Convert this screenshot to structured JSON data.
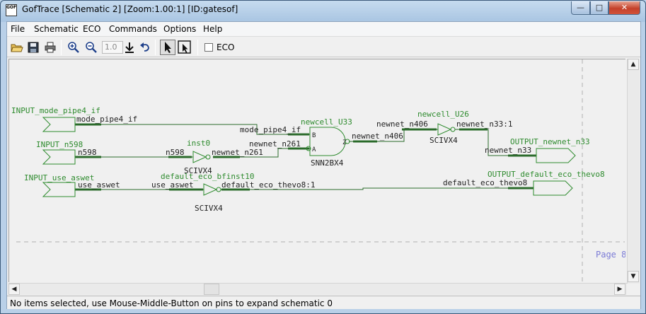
{
  "window": {
    "title": "GofTrace [Schematic 2] [Zoom:1.00:1] [ID:gatesof]",
    "icon_text": "GOF",
    "controls": {
      "minimize": "—",
      "maximize": "□",
      "close": "✕"
    }
  },
  "menu": [
    "File",
    "Schematic",
    "ECO",
    "Commands",
    "Options",
    "Help"
  ],
  "toolbar": {
    "zoom_value": "1.0",
    "eco_checkbox": {
      "label": "ECO",
      "checked": false
    },
    "icons": [
      "open-folder-icon",
      "save-icon",
      "print-icon",
      "zoom-in-icon",
      "zoom-out-icon",
      "download-icon",
      "undo-icon",
      "select-arrow-icon",
      "fit-view-icon"
    ]
  },
  "schematic": {
    "page_label": "Page 8",
    "instances": [
      {
        "name": "newcell_U33",
        "cell": "SNN2BX4",
        "pins": {
          "b": "B",
          "a": "A",
          "z": "Z"
        }
      },
      {
        "name": "newcell_U26",
        "cell": "SCIVX4"
      },
      {
        "name": "inst0",
        "cell": "SCIVX4"
      },
      {
        "name": "default_eco_bfinst10",
        "cell": "SCIVX4"
      }
    ],
    "ports": {
      "inputs": [
        "INPUT_mode_pipe4_if",
        "INPUT_n598",
        "INPUT_use_aswet"
      ],
      "outputs": [
        "OUTPUT_newnet_n33",
        "OUTPUT_default_eco_thevo8"
      ]
    },
    "nets": {
      "mode_pipe4_if_a": "mode_pipe4_if",
      "mode_pipe4_if_b": "mode_pipe4_if",
      "n598_a": "n598",
      "n598_b": "n598",
      "newnet_n261_a": "newnet_n261",
      "newnet_n261_b": "newnet_n261",
      "newnet_n406_a": "newnet_n406",
      "newnet_n406_b": "newnet_n406",
      "newnet_n33_1": "newnet_n33:1",
      "newnet_n33": "newnet_n33",
      "use_aswet_a": "use_aswet",
      "use_aswet_b": "use_aswet",
      "default_eco_thevo8_1": "default_eco_thevo8:1",
      "default_eco_thevo8": "default_eco_thevo8"
    }
  },
  "status": "No items selected, use Mouse-Middle-Button on pins to expand schematic 0",
  "colors": {
    "schematic_green": "#2e8b2e",
    "wire": "#2b6b2b",
    "page_label": "#7b7bd6",
    "canvas_bg": "#f0f0f0"
  }
}
